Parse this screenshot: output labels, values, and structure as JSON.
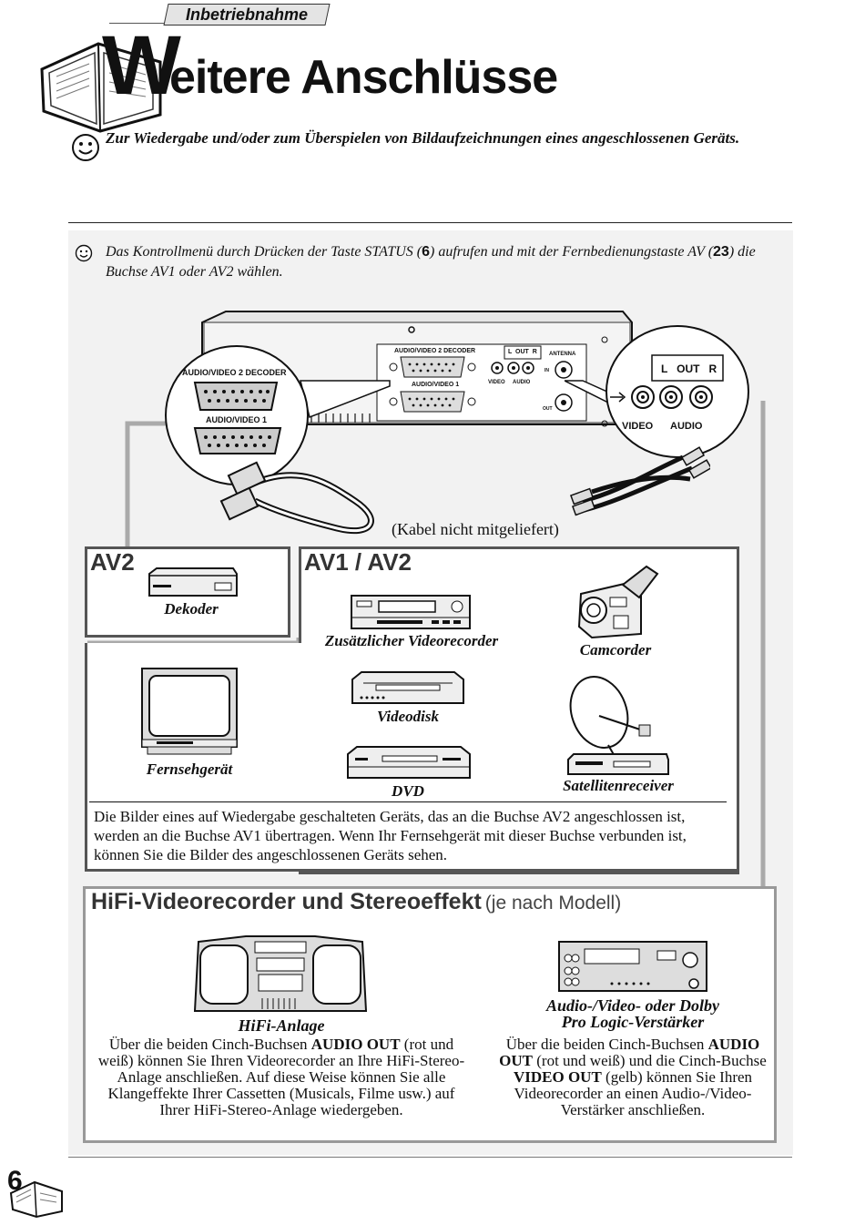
{
  "header": {
    "section": "Inbetriebnahme",
    "title_initial": "W",
    "title_rest": "eitere Anschlüsse"
  },
  "intro": "Zur Wiedergabe und/oder zum Überspielen von Bildaufzeichnungen eines angeschlossenen Geräts.",
  "hint": {
    "part1": "Das Kontrollmenü durch Drücken der Taste STATUS (",
    "key1": "6",
    "part2": ") aufrufen und mit der Fernbedienungstaste AV (",
    "key2": "23",
    "part3": ") die Buchse AV1 oder AV2 wählen."
  },
  "diagram": {
    "rear_label_av2_decoder": "AUDIO/VIDEO 2 DECODER",
    "rear_label_av1": "AUDIO/VIDEO 1",
    "rear_small_av2": "AUDIO/VIDEO 2 DECODER",
    "rear_small_av1": "AUDIO/VIDEO 1",
    "rear_small_lout": "L  OUT  R",
    "rear_small_antenna": "ANTENNA",
    "rear_small_in": "IN",
    "rear_small_out": "OUT",
    "rear_small_video": "VIDEO",
    "rear_small_audio": "AUDIO",
    "zoom_lout": "L   OUT   R",
    "zoom_video": "VIDEO",
    "zoom_audio": "AUDIO",
    "cable_note": "(Kabel nicht mitgeliefert)"
  },
  "av2_box": {
    "title": "AV2",
    "device": "Dekoder"
  },
  "av1_box": {
    "title": "AV1 / AV2",
    "devices": {
      "vcr": "Zusätzlicher Videorecorder",
      "camcorder": "Camcorder",
      "tv": "Fernsehgerät",
      "videodisk": "Videodisk",
      "dvd": "DVD",
      "sat": "Satellitenreceiver"
    },
    "note": "Die Bilder eines auf Wiedergabe geschalteten Geräts, das an die Buchse AV2 angeschlossen ist, werden an die Buchse AV1 übertragen. Wenn Ihr Fernsehgerät mit dieser Buchse verbunden ist, können Sie die Bilder des angeschlossenen Geräts sehen."
  },
  "hifi": {
    "title": "HiFi-Videorecorder und Stereoeffekt",
    "subtitle": "(je nach Modell)",
    "left": {
      "caption": "HiFi-Anlage",
      "t1": "Über die beiden Cinch-Buchsen ",
      "b1": "AUDIO OUT",
      "t2": " (rot und weiß) können Sie Ihren Videorecorder an Ihre HiFi-Stereo-Anlage anschließen. Auf diese Weise können Sie alle Klangeffekte Ihrer Cassetten (Musicals, Filme usw.) auf Ihrer HiFi-Stereo-Anlage wiedergeben."
    },
    "right": {
      "caption_line1": "Audio-/Video- oder Dolby",
      "caption_line2": "Pro Logic-Verstärker",
      "t1": "Über die beiden Cinch-Buchsen ",
      "b1": "AUDIO OUT",
      "t2": " (rot und weiß) und die Cinch-Buchse ",
      "b2": "VIDEO OUT",
      "t3": " (gelb) können Sie Ihren Videorecorder an einen Audio-/Video-Verstärker anschließen."
    }
  },
  "footer": {
    "page_number": "6"
  }
}
